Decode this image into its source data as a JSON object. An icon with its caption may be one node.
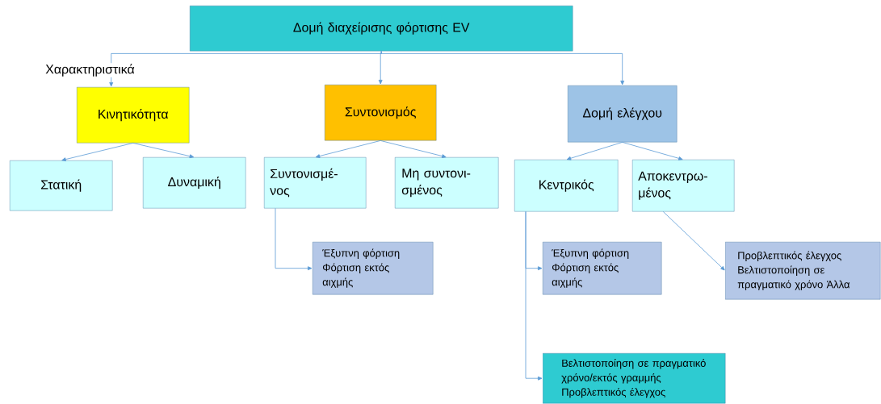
{
  "diagram": {
    "nodes": [
      {
        "text": [
          "Δομή διαχείρισης φόρτισης EV"
        ]
      },
      {
        "text": [
          "Κινητικότητα"
        ]
      },
      {
        "text": [
          "Συντονισμός"
        ]
      },
      {
        "text": [
          "Δομή ελέγχου"
        ]
      },
      {
        "text": [
          "Στατική"
        ]
      },
      {
        "text": [
          "Δυναμική"
        ]
      },
      {
        "text": [
          "Συντονισμέ- νος"
        ]
      },
      {
        "text": [
          "Μη συντονι- σμένος"
        ]
      },
      {
        "text": [
          "Κεντρικός"
        ]
      },
      {
        "text": [
          "Αποκεντρω- μένος"
        ]
      },
      {
        "text": [
          "Έξυπνη φόρτιση Φόρτιση εκτός αιχμής"
        ]
      },
      {
        "text": [
          "Έξυπνη φόρτιση Φόρτιση εκτός αιχμής"
        ]
      },
      {
        "text": [
          "Προβλεπτικός έλεγχος Βελτιστοποίηση σε πραγματικό χρόνο Άλλα"
        ]
      },
      {
        "text": [
          "Βελτιστοποίηση σε πραγματικό χρόνο/εκτός γραμμής Προβλεπτικός έλεγχος"
        ]
      }
    ],
    "edges": [
      {
        "from": 0,
        "to": 1,
        "arrow": "to"
      },
      {
        "from": 0,
        "to": 2,
        "arrow": "to"
      },
      {
        "from": 0,
        "to": 3,
        "arrow": "to"
      },
      {
        "from": 1,
        "to": 4,
        "arrow": "to"
      },
      {
        "from": 1,
        "to": 5,
        "arrow": "to"
      },
      {
        "from": 2,
        "to": 6,
        "arrow": "to"
      },
      {
        "from": 2,
        "to": 7,
        "arrow": "to"
      },
      {
        "from": 3,
        "to": 8,
        "arrow": "to"
      },
      {
        "from": 3,
        "to": 9,
        "arrow": "to"
      },
      {
        "from": 6,
        "to": 10,
        "arrow": "to"
      },
      {
        "from": 8,
        "to": 11,
        "arrow": "to"
      },
      {
        "from": 8,
        "to": 13,
        "arrow": "to"
      },
      {
        "from": 9,
        "to": 12,
        "arrow": "to"
      }
    ],
    "labels": [
      "Χαρακτηριστικά"
    ]
  }
}
